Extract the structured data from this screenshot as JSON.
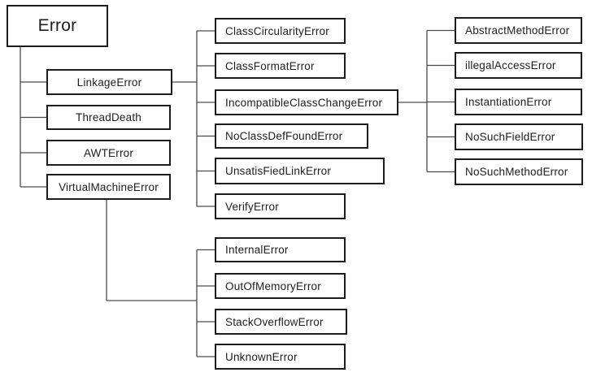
{
  "nodes": {
    "error": {
      "label": "Error"
    },
    "linkage_error": {
      "label": "LinkageError"
    },
    "thread_death": {
      "label": "ThreadDeath"
    },
    "awt_error": {
      "label": "AWTError"
    },
    "virtual_machine_error": {
      "label": "VirtualMachineError"
    },
    "class_circularity_error": {
      "label": "ClassCircularityError"
    },
    "class_format_error": {
      "label": "ClassFormatError"
    },
    "incompatible_class_change_error": {
      "label": "IncompatibleClassChangeError"
    },
    "no_class_def_found_error": {
      "label": "NoClassDefFoundError"
    },
    "unsatisfied_link_error": {
      "label": "UnsatisFiedLinkError"
    },
    "verify_error": {
      "label": "VerifyError"
    },
    "internal_error": {
      "label": "InternalError"
    },
    "out_of_memory_error": {
      "label": "OutOfMemoryError"
    },
    "stack_overflow_error": {
      "label": "StackOverflowError"
    },
    "unknown_error": {
      "label": "UnknownError"
    },
    "abstract_method_error": {
      "label": "AbstractMethodError"
    },
    "illegal_access_error": {
      "label": "illegalAccessError"
    },
    "instantiation_error": {
      "label": "InstantiationError"
    },
    "no_such_field_error": {
      "label": "NoSuchFieldError"
    },
    "no_such_method_error": {
      "label": "NoSuchMethodError"
    }
  },
  "edges": [
    {
      "parent": "Error",
      "child": "LinkageError"
    },
    {
      "parent": "Error",
      "child": "ThreadDeath"
    },
    {
      "parent": "Error",
      "child": "AWTError"
    },
    {
      "parent": "Error",
      "child": "VirtualMachineError"
    },
    {
      "parent": "LinkageError",
      "child": "ClassCircularityError"
    },
    {
      "parent": "LinkageError",
      "child": "ClassFormatError"
    },
    {
      "parent": "LinkageError",
      "child": "IncompatibleClassChangeError"
    },
    {
      "parent": "LinkageError",
      "child": "NoClassDefFoundError"
    },
    {
      "parent": "LinkageError",
      "child": "UnsatisFiedLinkError"
    },
    {
      "parent": "LinkageError",
      "child": "VerifyError"
    },
    {
      "parent": "IncompatibleClassChangeError",
      "child": "AbstractMethodError"
    },
    {
      "parent": "IncompatibleClassChangeError",
      "child": "illegalAccessError"
    },
    {
      "parent": "IncompatibleClassChangeError",
      "child": "InstantiationError"
    },
    {
      "parent": "IncompatibleClassChangeError",
      "child": "NoSuchFieldError"
    },
    {
      "parent": "IncompatibleClassChangeError",
      "child": "NoSuchMethodError"
    },
    {
      "parent": "VirtualMachineError",
      "child": "InternalError"
    },
    {
      "parent": "VirtualMachineError",
      "child": "OutOfMemoryError"
    },
    {
      "parent": "VirtualMachineError",
      "child": "StackOverflowError"
    },
    {
      "parent": "VirtualMachineError",
      "child": "UnknownError"
    }
  ],
  "colors": {
    "background": "#ffffff",
    "box_border": "#1c1c1c",
    "connector": "#4a4a4a",
    "text": "#1d1d1d"
  }
}
